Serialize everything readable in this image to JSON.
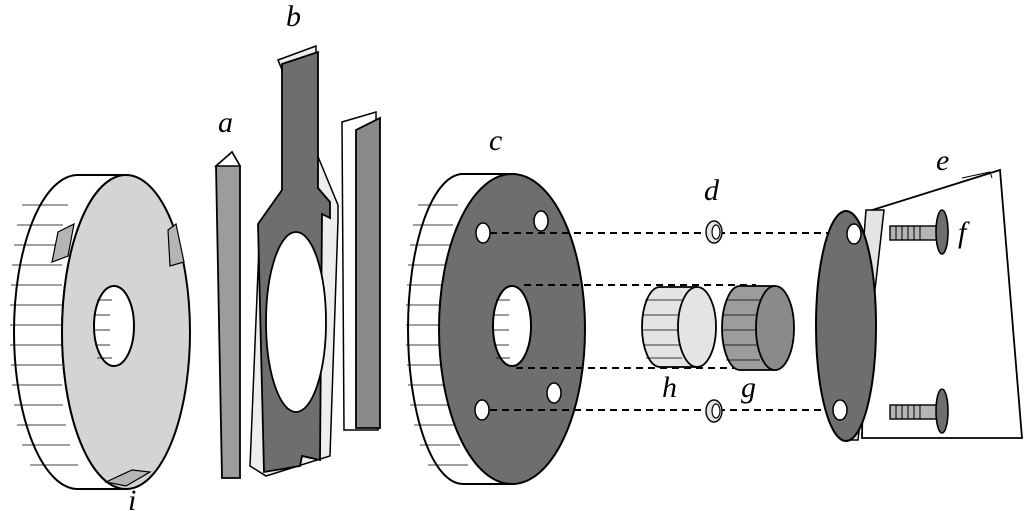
{
  "labels": {
    "a": "a",
    "b": "b",
    "c": "c",
    "d": "d",
    "e": "e",
    "f": "f",
    "g": "g",
    "h": "h",
    "i": "i"
  },
  "colors": {
    "outline": "#000000",
    "light_gray": "#d4d4d4",
    "mid_gray": "#9c9c9c",
    "dark_gray": "#6e6e6e",
    "pale": "#e4e4e4",
    "white": "#ffffff"
  }
}
